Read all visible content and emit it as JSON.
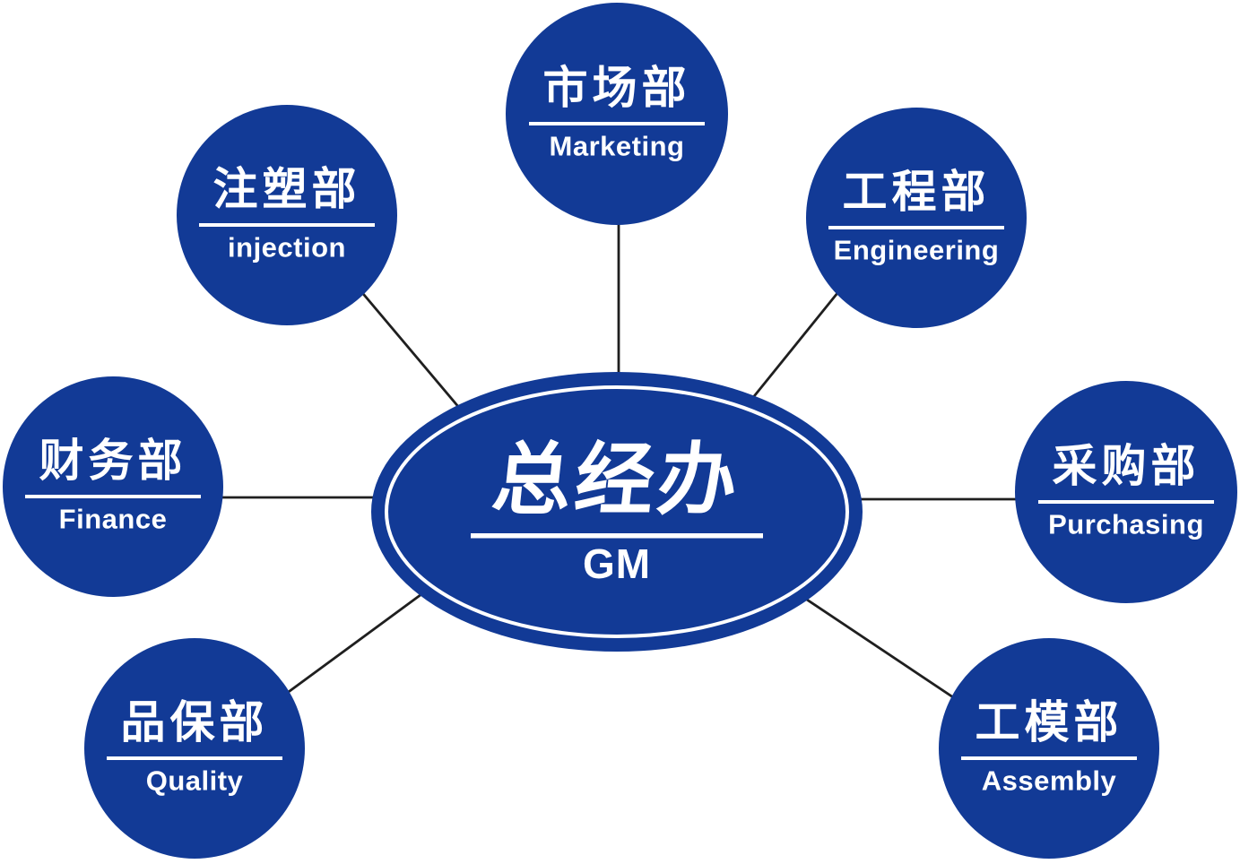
{
  "palette": {
    "node_blue": "#123A96",
    "text_white": "#ffffff",
    "connector_dark": "#1f1f1f",
    "background": "#ffffff"
  },
  "center": {
    "label_zh": "总经办",
    "label_en": "GM"
  },
  "departments": [
    {
      "id": "marketing",
      "label_zh": "市场部",
      "label_en": "Marketing"
    },
    {
      "id": "injection",
      "label_zh": "注塑部",
      "label_en": "injection"
    },
    {
      "id": "engineering",
      "label_zh": "工程部",
      "label_en": "Engineering"
    },
    {
      "id": "finance",
      "label_zh": "财务部",
      "label_en": "Finance"
    },
    {
      "id": "purchasing",
      "label_zh": "采购部",
      "label_en": "Purchasing"
    },
    {
      "id": "quality",
      "label_zh": "品保部",
      "label_en": "Quality"
    },
    {
      "id": "assembly",
      "label_zh": "工模部",
      "label_en": "Assembly"
    }
  ]
}
